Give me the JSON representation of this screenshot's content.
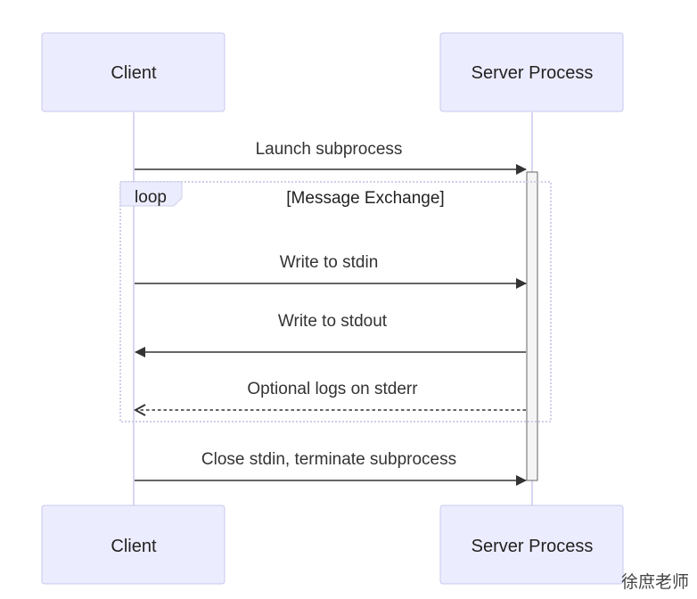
{
  "actors": {
    "client": "Client",
    "server": "Server Process"
  },
  "messages": {
    "launch": "Launch subprocess",
    "write_stdin": "Write to stdin",
    "write_stdout": "Write to stdout",
    "logs_stderr": "Optional logs on stderr",
    "close": "Close stdin, terminate subprocess"
  },
  "loop": {
    "keyword": "loop",
    "condition": "[Message Exchange]"
  },
  "watermark": "徐庶老师"
}
